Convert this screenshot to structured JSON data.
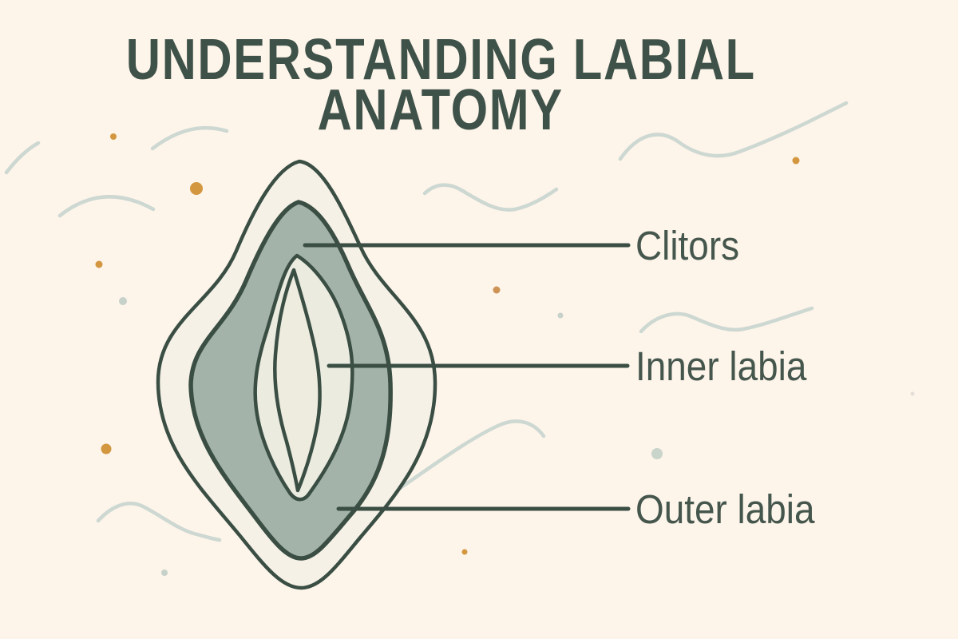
{
  "title": {
    "line1": "UNDERSTANDING LABIAL",
    "line2": "ANATOMY"
  },
  "labels": [
    {
      "id": "clitoris",
      "text": "Clitors"
    },
    {
      "id": "inner-labia",
      "text": "Inner labia"
    },
    {
      "id": "outer-labia",
      "text": "Outer labia"
    }
  ],
  "colors": {
    "background": "#fdf4ea",
    "title_ink": "#3f5249",
    "label_ink": "#45564d",
    "outline_ink": "#3a4e44",
    "outer_region_fill": "#f6f1e7",
    "labia_fill_sage": "#a3b3aa",
    "inner_region_fill": "#ebebe0",
    "opening_fill": "#eeecdf",
    "decorative_wave": "#ccd8d1",
    "dot_orange": "#d3973f",
    "dot_gray_green": "#c6d1ca"
  }
}
